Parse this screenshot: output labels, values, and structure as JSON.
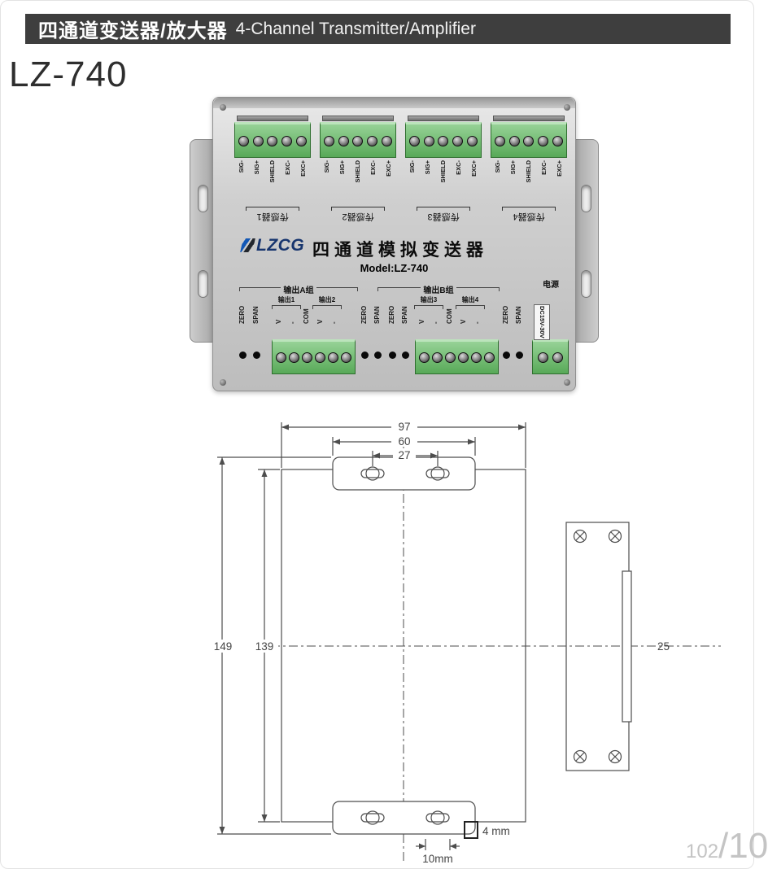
{
  "header": {
    "title_cn": "四通道变送器/放大器",
    "title_en": "4-Channel Transmitter/Amplifier"
  },
  "model_title": "LZ-740",
  "device": {
    "brand": "LZCG",
    "panel_title": "四通道模拟变送器",
    "model_label": "Model:LZ-740",
    "sensors": [
      {
        "label": "传感器1"
      },
      {
        "label": "传感器2"
      },
      {
        "label": "传感器3"
      },
      {
        "label": "传感器4"
      }
    ],
    "terminal_pins": [
      "SIG-",
      "SIG+",
      "SHIELD",
      "EXC-",
      "EXC+"
    ],
    "output_group_a": "输出A组",
    "output_group_b": "输出B组",
    "power_label": "电源",
    "power_rating": "DC15V-30V",
    "outputs": [
      "输出1",
      "输出2",
      "输出3",
      "输出4"
    ],
    "pot_labels": [
      "ZERO",
      "SPAN"
    ],
    "out_pins": [
      "V",
      "-",
      "COM",
      "V",
      "-"
    ]
  },
  "drawing": {
    "width_total": "97",
    "mount_outer": "60",
    "mount_inner": "27",
    "height_total": "149",
    "height_body": "139",
    "depth": "25",
    "slot_width": "4 mm",
    "slot_length": "10mm"
  },
  "page": {
    "number_small": "102",
    "number_big": "/10"
  }
}
